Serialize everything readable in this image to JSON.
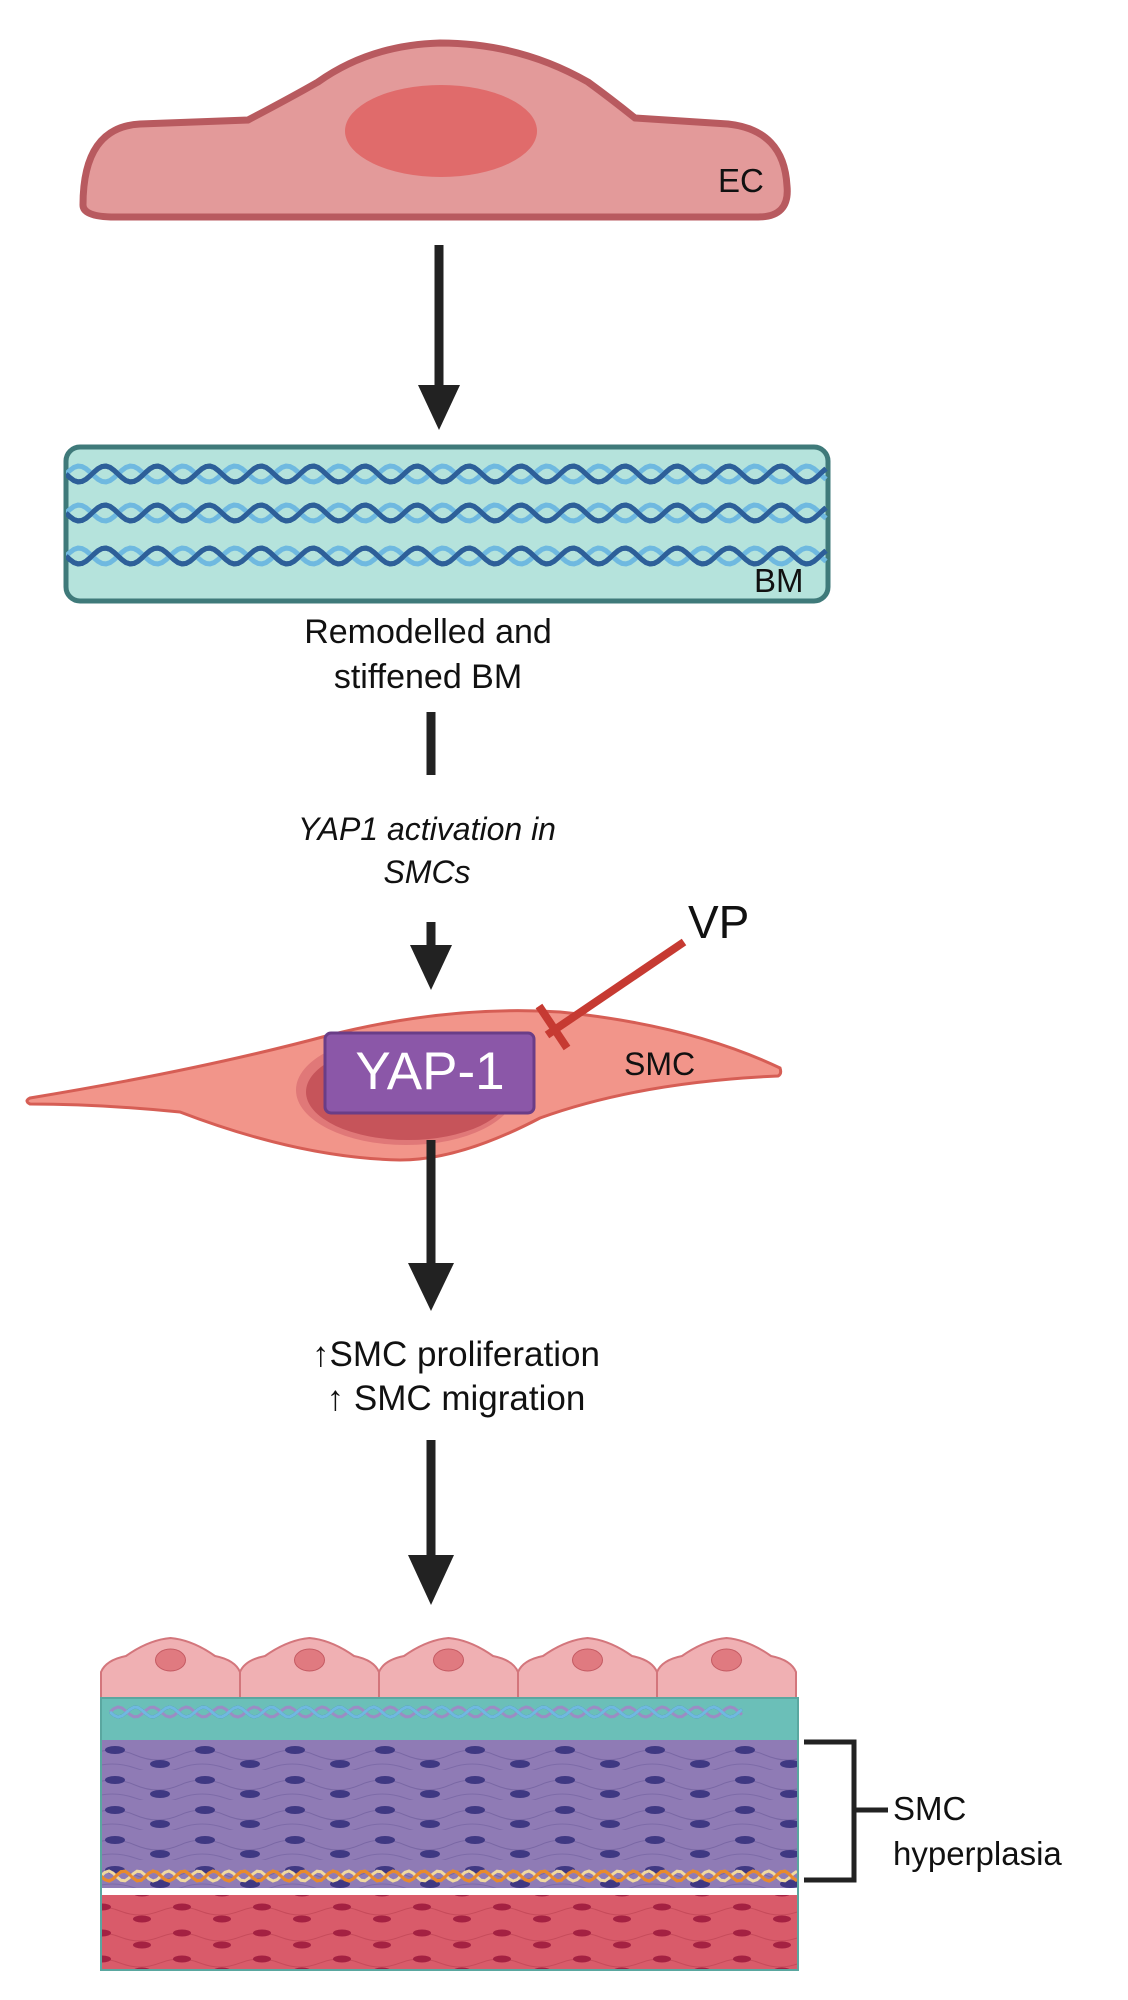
{
  "labels": {
    "ec": "EC",
    "bm": "BM",
    "remodelled_line1": "Remodelled and",
    "remodelled_line2": "stiffened BM",
    "yap_activation_line1": "YAP1 activation in",
    "yap_activation_line2": "SMCs",
    "vp": "VP",
    "smc": "SMC",
    "yap1": "YAP-1",
    "outcome_line1": "↑SMC proliferation",
    "outcome_line2": "↑ SMC migration",
    "hyperplasia_line1": "SMC",
    "hyperplasia_line2": "hyperplasia"
  },
  "colors": {
    "ec_fill": "#e39a9a",
    "ec_stroke": "#b85a5f",
    "ec_nucleus": "#e06b6b",
    "bm_fill": "#b5e3dc",
    "bm_stroke": "#3f7a7a",
    "fiber_dark": "#2d5f99",
    "fiber_light": "#6fb9e0",
    "smc_fill": "#f2958a",
    "smc_stroke": "#d65e55",
    "smc_nucleus": "#c6545a",
    "yap_box": "#8b57a8",
    "yap_box_stroke": "#6a3d87",
    "inhibitor": "#c63a32",
    "arrow": "#222222",
    "media": "#8f7bb5",
    "media_nucleus": "#3f3882",
    "adventitia": "#d95b6a",
    "adventitia_nucleus": "#a42142",
    "teal_layer": "#6bbfb8",
    "endothelium": "#f0b0b3"
  }
}
